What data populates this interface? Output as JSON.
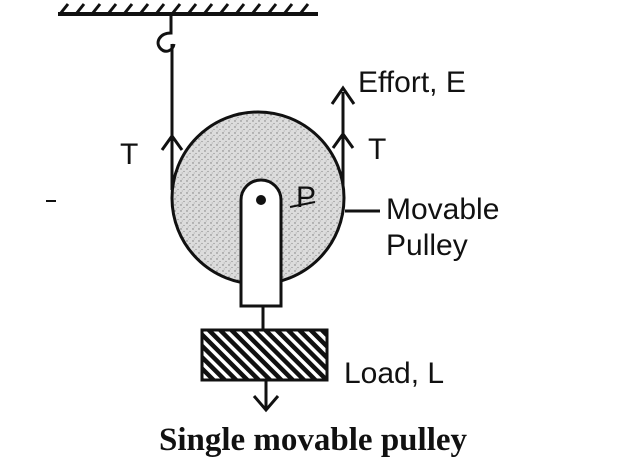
{
  "labels": {
    "effort": "Effort, E",
    "tension_left": "T",
    "tension_right": "T",
    "pulley_center": "P",
    "movable_line1": "Movable",
    "movable_line2": "Pulley",
    "load": "Load, L"
  },
  "caption": "Single movable pulley",
  "colors": {
    "ink": "#111111",
    "pulley_fill": "#d9d9d9",
    "background": "#ffffff"
  }
}
